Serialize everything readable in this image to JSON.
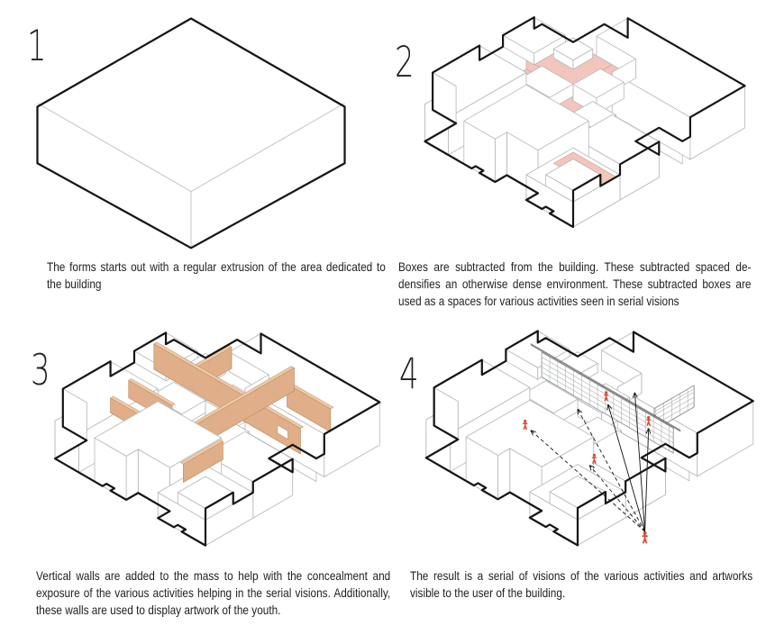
{
  "steps": [
    {
      "number": "1",
      "caption": "The forms starts out with a regular extrusion of the area dedicated to the building"
    },
    {
      "number": "2",
      "caption": "Boxes are subtracted from the building. These subtracted spaced de-densifies an otherwise dense environment. These subtracted boxes are used as a spaces for various activities seen in serial visions"
    },
    {
      "number": "3",
      "caption": "Vertical walls are added to the mass to help with the concealment and exposure of the various activities helping in the serial visions. Additionally, these walls are used to display artwork of the youth."
    },
    {
      "number": "4",
      "caption": "The result is a serial of visions of the various activities and artworks visible to the user of the building."
    }
  ],
  "colors": {
    "subtraction_pink": "#f2c5bd",
    "subtraction_pink_edge": "#cf9b92",
    "wall_tan": "#e0af89",
    "wall_tan_edge": "#bd8f64",
    "wall_tan_top": "#eecaa9",
    "person_red": "#d94f38",
    "outline_black": "#161616",
    "line_gray": "#b4b7b9"
  }
}
